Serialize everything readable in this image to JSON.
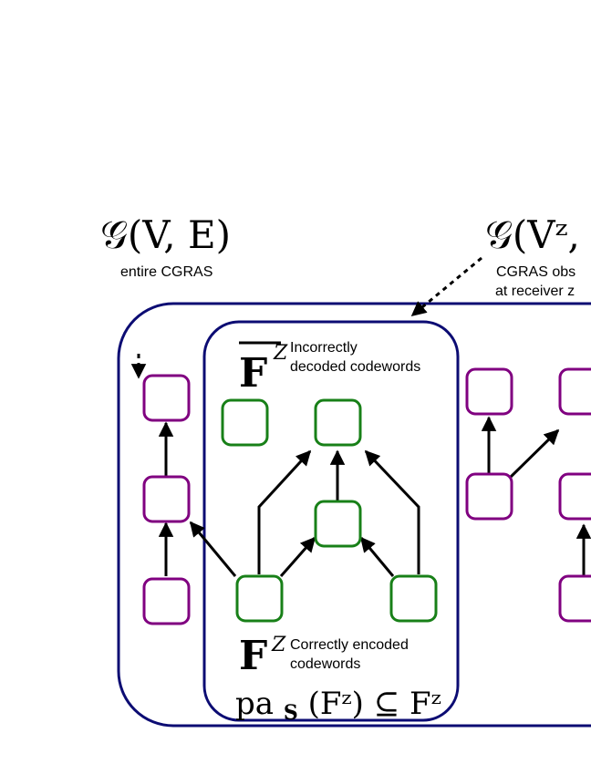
{
  "graph_label_left": "𝒢(V, E)",
  "graph_label_left_caption": "entire CGRAS",
  "graph_label_right": "𝒢(Vᶻ,",
  "graph_label_right_caption_1": "CGRAS obs",
  "graph_label_right_caption_2": "at receiver z",
  "fbar_symbol": "F",
  "fbar_sup": "Z",
  "fbar_caption_1": "Incorrectly",
  "fbar_caption_2": "decoded codewords",
  "f_symbol": "F",
  "f_sup": "Z",
  "f_caption_1": "Correctly encoded",
  "f_caption_2": "codewords",
  "formula_pa": "pa",
  "formula_sub": "S",
  "formula_rest": "(Fᶻ) ⊆ Fᶻ",
  "colors": {
    "outer_border": "#0c0c73",
    "inner_border": "#0c0c73",
    "correct_node": "#188018",
    "other_node": "#800080",
    "edge": "#000000"
  }
}
